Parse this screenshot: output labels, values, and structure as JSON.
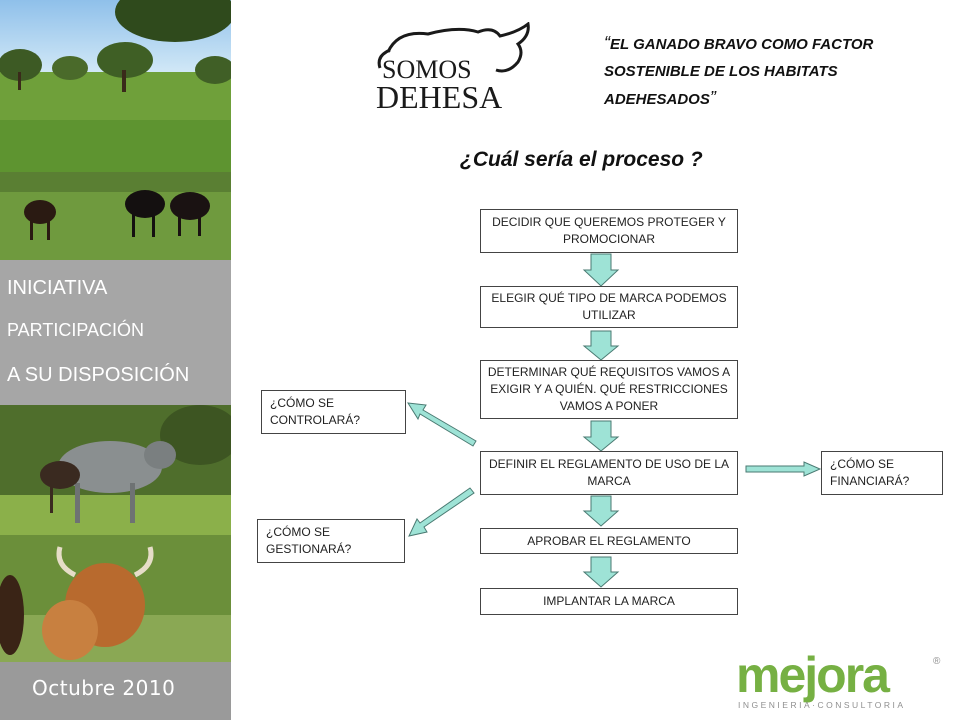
{
  "sidebar": {
    "menu": [
      "INICIATIVA",
      "PARTICIPACIÓN",
      "A SU DISPOSICIÓN"
    ],
    "date": "Octubre 2010"
  },
  "logo": {
    "line1": "SOMOS",
    "line2": "DEHESA"
  },
  "quote": {
    "open": "“",
    "line1": "EL GANADO BRAVO COMO FACTOR",
    "line2": "SOSTENIBLE DE LOS HABITATS",
    "line3": "ADEHESADOS",
    "close": "”"
  },
  "question": "¿Cuál sería el proceso ?",
  "flow": {
    "steps": [
      "DECIDIR QUE QUEREMOS PROTEGER Y PROMOCIONAR",
      "ELEGIR QUÉ TIPO DE MARCA PODEMOS UTILIZAR",
      "DETERMINAR QUÉ REQUISITOS VAMOS A EXIGIR Y A QUIÉN. QUÉ RESTRICCIONES VAMOS A PONER",
      "DEFINIR EL REGLAMENTO DE USO DE LA MARCA",
      "APROBAR EL REGLAMENTO",
      "IMPLANTAR LA MARCA"
    ],
    "side": {
      "controlara": "¿CÓMO SE CONTROLARÁ?",
      "gestionara": "¿CÓMO SE GESTIONARÁ?",
      "financiara": "¿CÓMO SE FINANCIARÁ?"
    }
  },
  "brand": {
    "name": "mejora",
    "tagline": "INGENIERIA·CONSULTORIA",
    "registered": "®"
  },
  "colors": {
    "sidebar_gray": "#9a9a9a",
    "arrow_fill": "#9ee3d6",
    "mejora_green": "#76b043",
    "mejora_gray": "#8f8f8f"
  }
}
